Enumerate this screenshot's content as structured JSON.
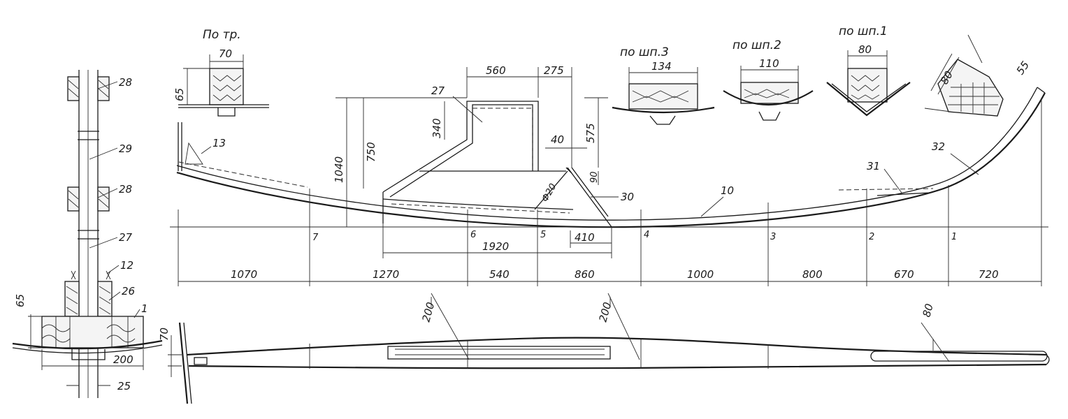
{
  "section_titles": {
    "transom": "По тр.",
    "frame3": "по шп.3",
    "frame2": "по шп.2",
    "frame1": "по шп.1"
  },
  "section_dims": {
    "transom_width": "70",
    "transom_height": "65",
    "frame3_width": "134",
    "frame2_width": "110",
    "frame1_width": "80",
    "stem_width": "80",
    "stem_top": "55"
  },
  "part_labels": [
    "28",
    "29",
    "28",
    "27",
    "12",
    "26",
    "1",
    "13",
    "27",
    "10",
    "30",
    "31",
    "32"
  ],
  "station_labels": [
    "7",
    "6",
    "5",
    "4",
    "3",
    "2",
    "1"
  ],
  "profile_dims": {
    "d560": "560",
    "d275": "275",
    "d340": "340",
    "d750": "750",
    "d1040": "1040",
    "d575": "575",
    "d40": "40",
    "d90": "90",
    "d20": "Ф20",
    "d1920": "1920",
    "d410": "410"
  },
  "station_spacing": [
    "1070",
    "1270",
    "540",
    "860",
    "1000",
    "800",
    "670",
    "720"
  ],
  "plan_dims": {
    "a200": "200",
    "b200": "200",
    "c80": "80",
    "transom70": "70"
  },
  "cross_section_dims": {
    "h65": "65",
    "w200": "200",
    "w25": "25"
  }
}
